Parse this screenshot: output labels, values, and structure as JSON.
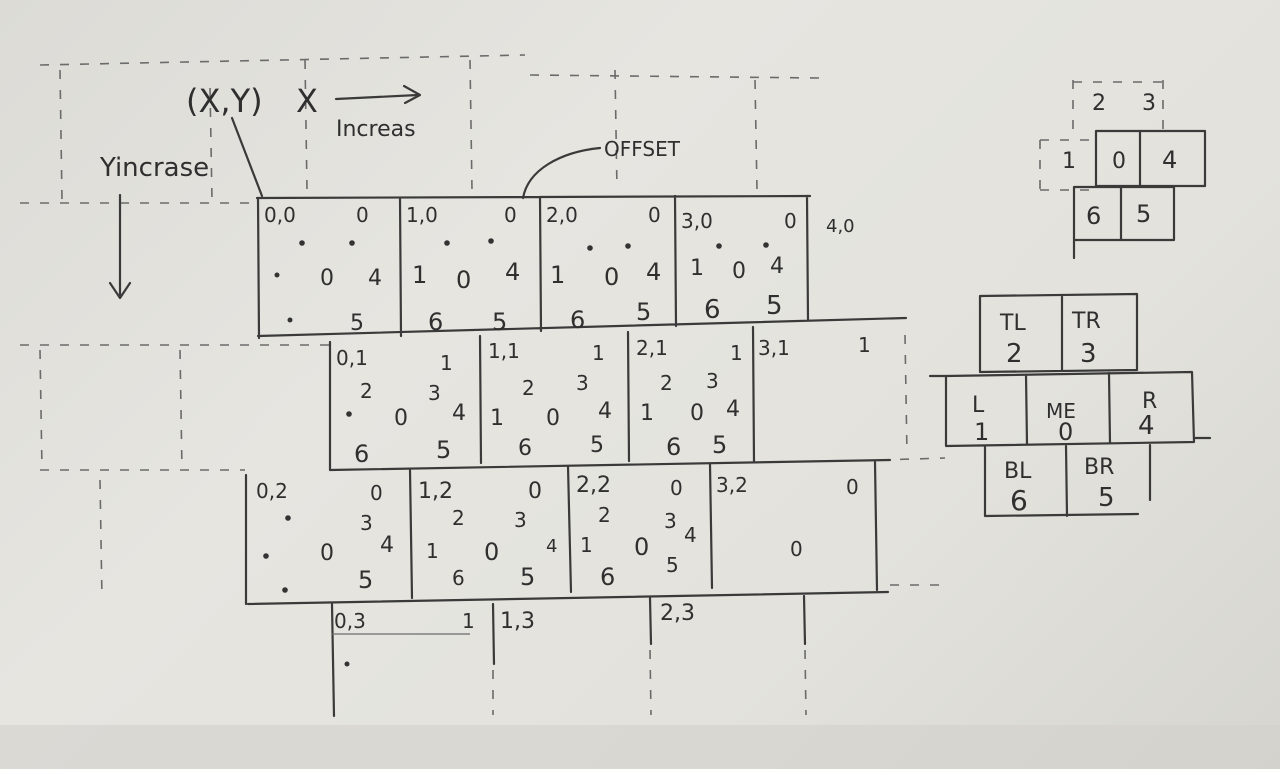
{
  "annotations": {
    "coord_label": "(X,Y)",
    "x_label": "X",
    "x_increase": "Increas",
    "y_increase": "Yincrase",
    "offset_label": "OFFSET"
  },
  "grid": {
    "row0": {
      "cells": [
        {
          "coord": "0,0",
          "offset": "0",
          "n": [
            "",
            "0",
            "4",
            "",
            "5"
          ]
        },
        {
          "coord": "1,0",
          "offset": "0",
          "n": [
            "1",
            "0",
            "4",
            "6",
            "5"
          ]
        },
        {
          "coord": "2,0",
          "offset": "0",
          "n": [
            "1",
            "0",
            "4",
            "6",
            "5"
          ]
        },
        {
          "coord": "3,0",
          "offset": "0",
          "n": [
            "1",
            "0",
            "4",
            "6",
            "5"
          ]
        }
      ],
      "extra": "4,0"
    },
    "row1": {
      "cells": [
        {
          "coord": "0,1",
          "offset": "1",
          "n": [
            "2",
            "3",
            "",
            "0",
            "4",
            "6",
            "5"
          ]
        },
        {
          "coord": "1,1",
          "offset": "1",
          "n": [
            "2",
            "3",
            "1",
            "0",
            "4",
            "6",
            "5"
          ]
        },
        {
          "coord": "2,1",
          "offset": "1",
          "n": [
            "2",
            "3",
            "1",
            "0",
            "4",
            "6",
            "5"
          ]
        },
        {
          "coord": "3,1",
          "offset": "1"
        }
      ]
    },
    "row2": {
      "cells": [
        {
          "coord": "0,2",
          "offset": "0",
          "n": [
            "3",
            "0",
            "4",
            "5"
          ]
        },
        {
          "coord": "1,2",
          "offset": "0",
          "n": [
            "2",
            "3",
            "1",
            "0",
            "4",
            "6",
            "5"
          ]
        },
        {
          "coord": "2,2",
          "offset": "0",
          "n": [
            "2",
            "3",
            "4",
            "1",
            "0",
            "6",
            "5"
          ]
        },
        {
          "coord": "3,2",
          "offset": "0",
          "n": [
            "0"
          ]
        }
      ]
    },
    "row3": {
      "cells": [
        {
          "coord": "0,3",
          "offset": "1"
        },
        {
          "coord": "1,3"
        },
        {
          "coord": "2,3"
        }
      ]
    }
  },
  "mini_diagram": {
    "top": [
      "2",
      "3"
    ],
    "middle": [
      "1",
      "0",
      "4"
    ],
    "bottom": [
      "6",
      "5"
    ]
  },
  "legend": {
    "tl": "TL",
    "tl_n": "2",
    "tr": "TR",
    "tr_n": "3",
    "l": "L",
    "l_n": "1",
    "me": "ME",
    "me_n": "0",
    "r": "R",
    "r_n": "4",
    "bl": "BL",
    "bl_n": "6",
    "br": "BR",
    "br_n": "5"
  }
}
